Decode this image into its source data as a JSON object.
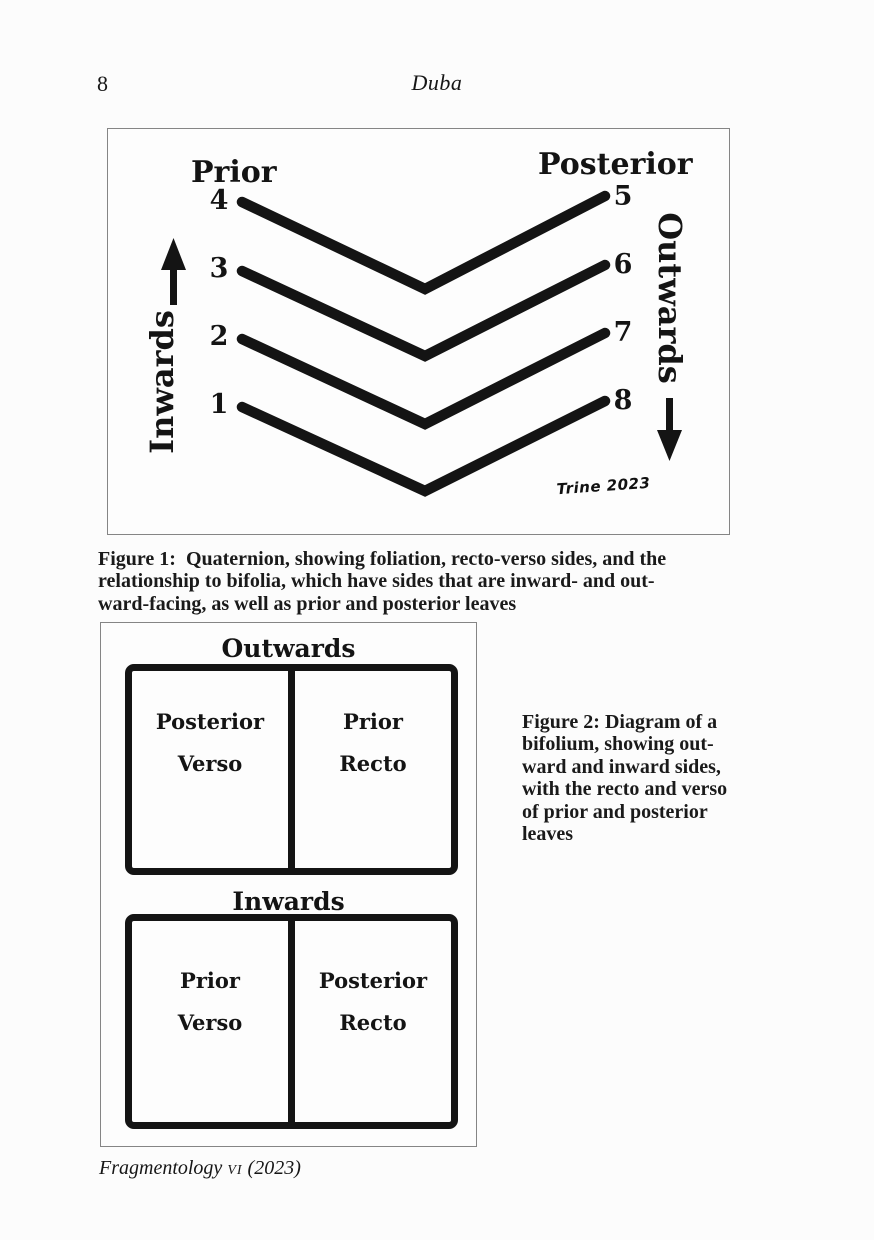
{
  "page": {
    "number": "8",
    "running_head": "Duba",
    "footer": {
      "journal": "Fragmentology",
      "volume": "vi",
      "year": "(2023)"
    }
  },
  "figure1": {
    "label_prior": "Prior",
    "label_posterior": "Posterior",
    "label_inwards": "Inwards",
    "label_outwards": "Outwards",
    "left_leaf_numbers": [
      "4",
      "3",
      "2",
      "1"
    ],
    "right_leaf_numbers": [
      "5",
      "6",
      "7",
      "8"
    ],
    "signature": "Trine 2023",
    "ink_color": "#141414",
    "caption_lines": [
      "Figure 1:  Quaternion, showing foliation, recto-verso sides, and the",
      "relationship to bifolia, which have sides that are inward- and out-",
      "ward-facing, as well as prior and posterior leaves"
    ]
  },
  "figure2": {
    "outwards_label": "Outwards",
    "inwards_label": "Inwards",
    "outwards_pair": {
      "left": [
        "Posterior",
        "Verso"
      ],
      "right": [
        "Prior",
        "Recto"
      ]
    },
    "inwards_pair": {
      "left": [
        "Prior",
        "Verso"
      ],
      "right": [
        "Posterior",
        "Recto"
      ]
    },
    "caption_lines": [
      "Figure 2: Diagram of a",
      "bifolium, showing out-",
      "ward and inward sides,",
      "with the recto and verso",
      "of prior and posterior",
      "leaves"
    ]
  }
}
